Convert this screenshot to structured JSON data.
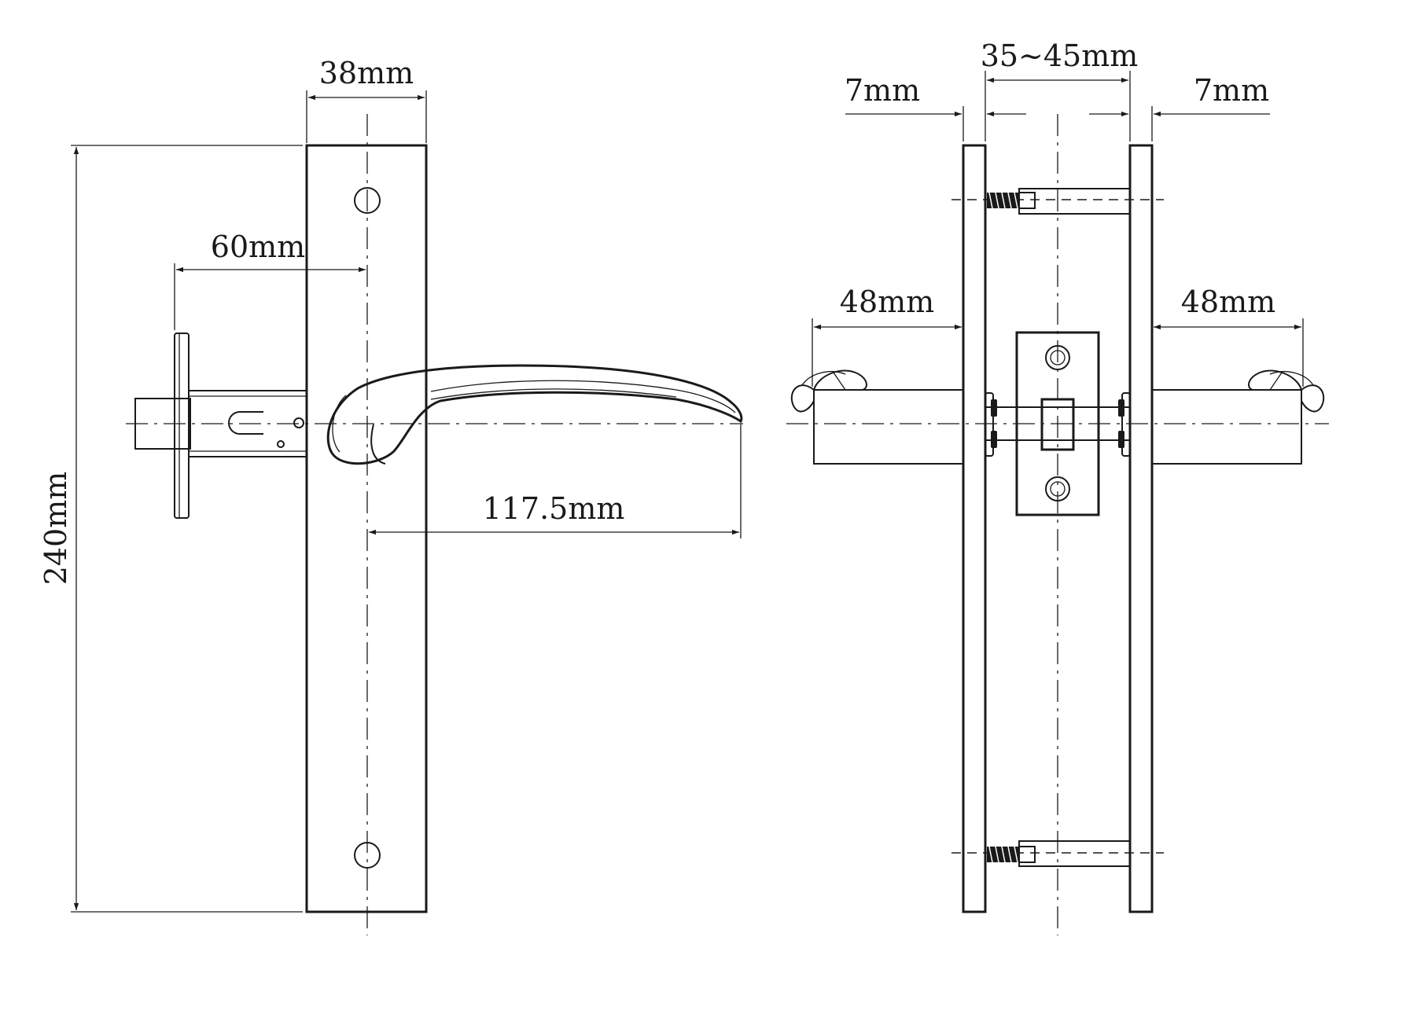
{
  "dimensions": {
    "plate_width": "38mm",
    "height": "240mm",
    "backset": "60mm",
    "lever_length": "117.5mm",
    "door_thickness": "35~45mm",
    "plate_thickness_left": "7mm",
    "plate_thickness_right": "7mm",
    "lever_projection_left": "48mm",
    "lever_projection_right": "48mm"
  },
  "colors": {
    "line": "#1a1a1a",
    "background": "#ffffff"
  }
}
